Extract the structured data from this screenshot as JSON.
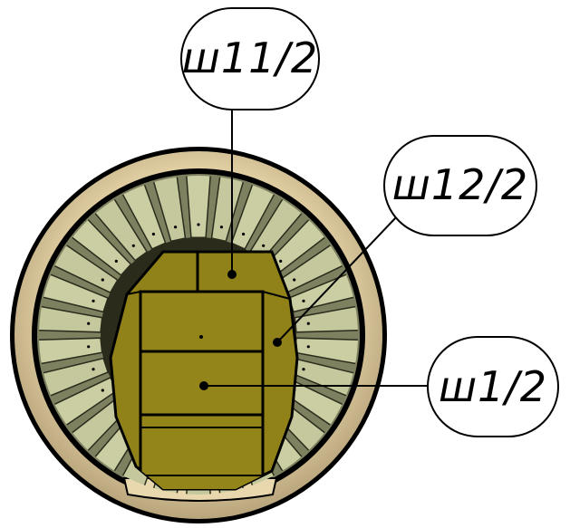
{
  "callouts": [
    {
      "id": "w11",
      "label": "ш11/2"
    },
    {
      "id": "w12",
      "label": "ш12/2"
    },
    {
      "id": "w1",
      "label": "ш1/2"
    }
  ],
  "colors": {
    "outer_ring": "#ead9b0",
    "outer_ring_shade": "#bfae86",
    "lining_block": "#c8cba0",
    "lining_shade": "#8f9470",
    "core_block": "#908219",
    "core_block_dark": "#7a6e12",
    "line": "#000000",
    "background": "#ffffff"
  }
}
